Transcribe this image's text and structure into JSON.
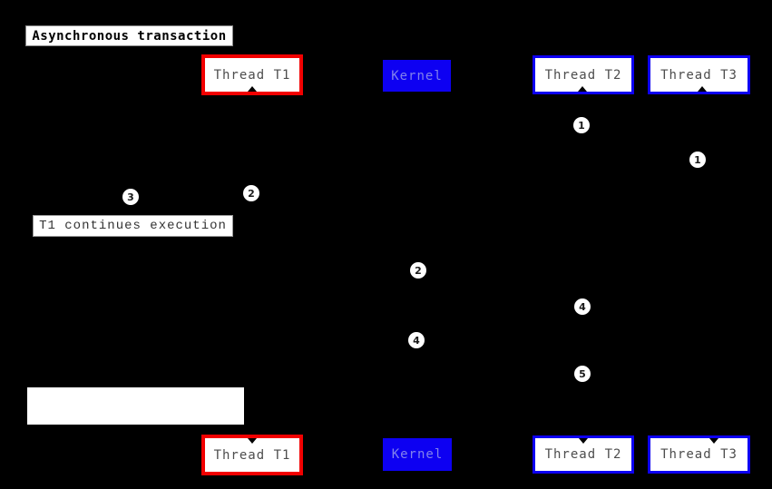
{
  "diagram_title": "Asynchronous transaction",
  "actors": {
    "thread_t1": {
      "label": "Thread T1"
    },
    "kernel": {
      "label": "Kernel"
    },
    "thread_t2": {
      "label": "Thread T2"
    },
    "thread_t3": {
      "label": "Thread T3"
    }
  },
  "notes": {
    "t1_continues": {
      "label": "T1 continues execution"
    },
    "empty": {
      "label": ""
    }
  },
  "markers": [
    {
      "label": "1"
    },
    {
      "label": "1"
    },
    {
      "label": "2"
    },
    {
      "label": "3"
    },
    {
      "label": "2"
    },
    {
      "label": "4"
    },
    {
      "label": "4"
    },
    {
      "label": "5"
    }
  ],
  "colors": {
    "background": "#000000",
    "red_accent": "#f20000",
    "blue_accent": "#0d00f2",
    "kernel_text": "#8282eb",
    "actor_text": "#4d4d4d",
    "note_text": "#333333",
    "title_text": "#000000",
    "marker_fill": "#ffffff"
  }
}
